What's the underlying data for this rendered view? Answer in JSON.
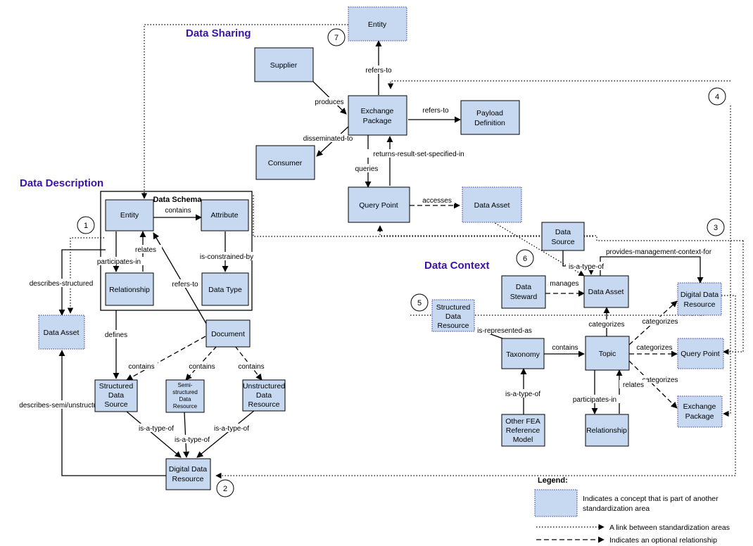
{
  "sections": {
    "sharing": "Data Sharing",
    "description": "Data Description",
    "context": "Data Context",
    "schema": "Data Schema"
  },
  "nodes": {
    "entity_top": "Entity",
    "supplier": "Supplier",
    "exchange_package": [
      "Exchange",
      "Package"
    ],
    "payload_definition": [
      "Payload",
      "Definition"
    ],
    "consumer": "Consumer",
    "query_point": "Query Point",
    "data_asset_sharing": "Data Asset",
    "entity_schema": "Entity",
    "attribute": "Attribute",
    "relationship_schema": "Relationship",
    "data_type": "Data Type",
    "data_asset_desc": "Data Asset",
    "document": "Document",
    "structured_data_source": [
      "Structured",
      "Data",
      "Source"
    ],
    "semi_structured": [
      "Semi-",
      "structured",
      "Data",
      "Resource"
    ],
    "unstructured": [
      "Unstructured",
      "Data",
      "Resource"
    ],
    "digital_data_resource_desc": [
      "Digital Data",
      "Resource"
    ],
    "data_source": [
      "Data",
      "Source"
    ],
    "data_steward": [
      "Data",
      "Steward"
    ],
    "data_asset_context": "Data Asset",
    "digital_data_resource_ctx": [
      "Digital Data",
      "Resource"
    ],
    "structured_data_resource": [
      "Structured",
      "Data",
      "Resource"
    ],
    "taxonomy": "Taxonomy",
    "topic": "Topic",
    "query_point_ctx": "Query Point",
    "exchange_package_ctx": [
      "Exchange",
      "Package"
    ],
    "other_fea": [
      "Other FEA",
      "Reference",
      "Model"
    ],
    "relationship_ctx": "Relationship"
  },
  "labels": {
    "refers_to_entity": "refers-to",
    "produces": "produces",
    "refers_to_payload": "refers-to",
    "disseminated_to": "disseminated-to",
    "returns_result": "returns-result-set-specified-in",
    "queries": "queries",
    "accesses": "accesses",
    "contains_attr": "contains",
    "relates_schema": "relates",
    "participates_in_schema": "participates-in",
    "is_constrained_by": "is-constrained-by",
    "refers_to_doc": "refers-to",
    "describes_structured": "describes-structured",
    "defines": "defines",
    "contains_struct": "contains",
    "contains_semi": "contains",
    "contains_unstruct": "contains",
    "is_a_type_of_1": "is-a-type-of",
    "is_a_type_of_2": "is-a-type-of",
    "is_a_type_of_3": "is-a-type-of",
    "describes_semi": "describes-semi/unstructured",
    "is_a_type_of_ds": "is-a-type-of",
    "provides_mgmt": "provides-management-context-for",
    "manages": "manages",
    "is_represented_as": "is-represented-as",
    "categorizes_asset": "categorizes",
    "categorizes_ddr": "categorizes",
    "categorizes_qp": "categorizes",
    "categorizes_ep": "categorizes",
    "contains_topic": "contains",
    "is_a_type_of_fea": "is-a-type-of",
    "participates_in_ctx": "participates-in",
    "relates_ctx": "relates"
  },
  "markers": [
    "1",
    "2",
    "3",
    "4",
    "5",
    "6",
    "7"
  ],
  "legend": {
    "title": "Legend:",
    "concept_line1": "Indicates a concept that is part of another",
    "concept_line2": "standardization area",
    "link": "A link between standardization areas",
    "optional": "Indicates an optional relationship"
  }
}
